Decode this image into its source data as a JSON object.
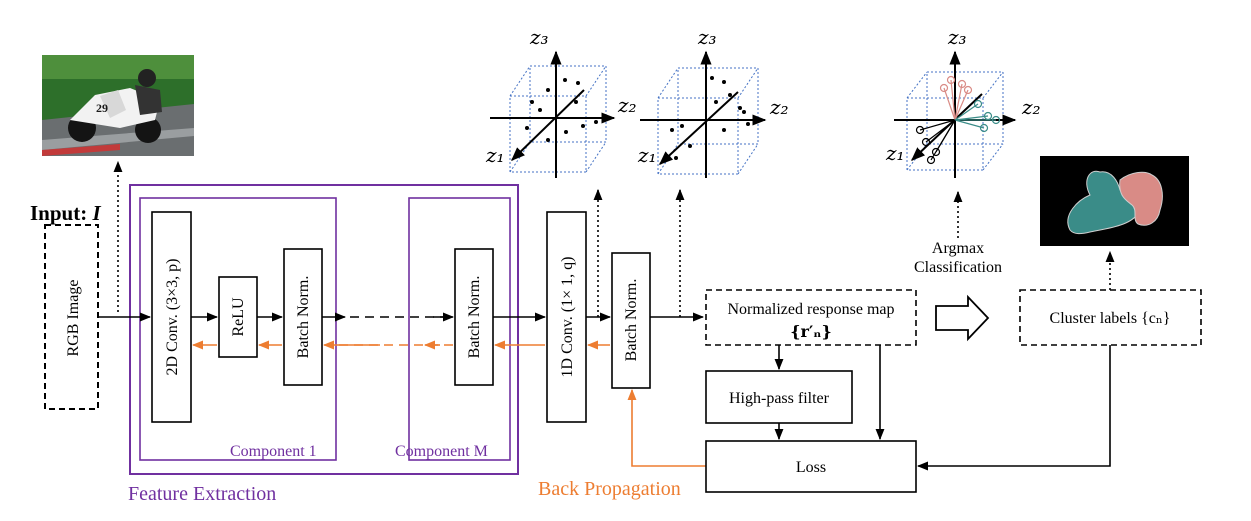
{
  "input": {
    "label": "Input:",
    "symbol": "I"
  },
  "blocks": {
    "rgb_image": "RGB Image",
    "conv2d": "2D Conv. (3×3, p)",
    "relu": "ReLU",
    "bn1": "Batch Norm.",
    "bnM": "Batch Norm.",
    "conv1d": "1D Conv. (1× 1, q)",
    "bn_final": "Batch Norm.",
    "response_line1": "Normalized response map",
    "response_line2": "{r′ₙ}",
    "highpass": "High-pass filter",
    "loss": "Loss",
    "cluster": "Cluster labels {cₙ}"
  },
  "labels": {
    "component1": "Component 1",
    "componentM": "Component M",
    "feature_extraction": "Feature Extraction",
    "back_propagation": "Back Propagation",
    "argmax_line1": "Argmax",
    "argmax_line2": "Classification"
  },
  "axes": {
    "z1": "z₁",
    "z2": "z₂",
    "z3": "z₃"
  },
  "photo": {
    "bike_number": "29"
  },
  "colors": {
    "purple": "#7030a0",
    "orange": "#ed7d31",
    "cube_blue": "#4472c4",
    "teal": "#3a8c88",
    "pink": "#d98b86"
  }
}
